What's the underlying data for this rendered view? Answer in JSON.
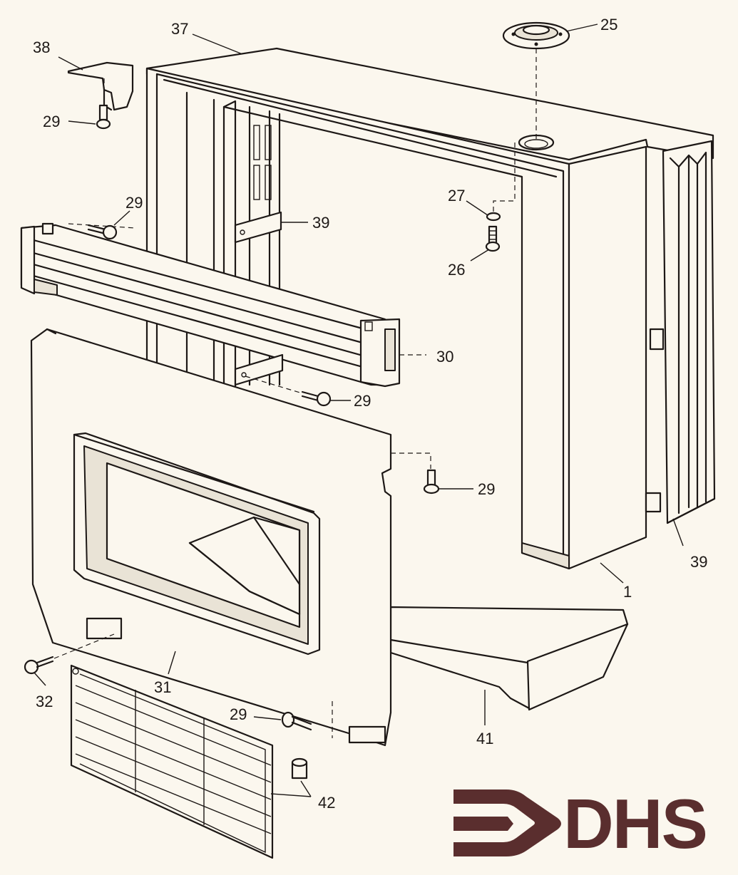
{
  "diagram": {
    "labels": {
      "l25": "25",
      "l37": "37",
      "l38": "38",
      "l29a": "29",
      "l29b": "29",
      "l39a": "39",
      "l27": "27",
      "l26": "26",
      "l30": "30",
      "l29c": "29",
      "l29d": "29",
      "l39b": "39",
      "l1": "1",
      "l31": "31",
      "l32": "32",
      "l29e": "29",
      "l41": "41",
      "l42": "42"
    }
  },
  "logo": {
    "text": "DHS",
    "color": "#5a2e2e"
  }
}
